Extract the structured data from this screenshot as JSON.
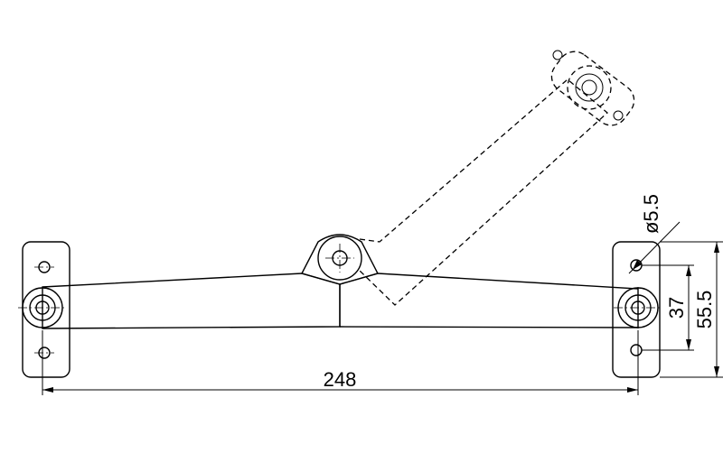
{
  "dimensions": {
    "overall_length": "248",
    "hole_diameter": "ø5.5",
    "hole_pitch_inner": "37",
    "hole_pitch_outer": "55.5"
  }
}
